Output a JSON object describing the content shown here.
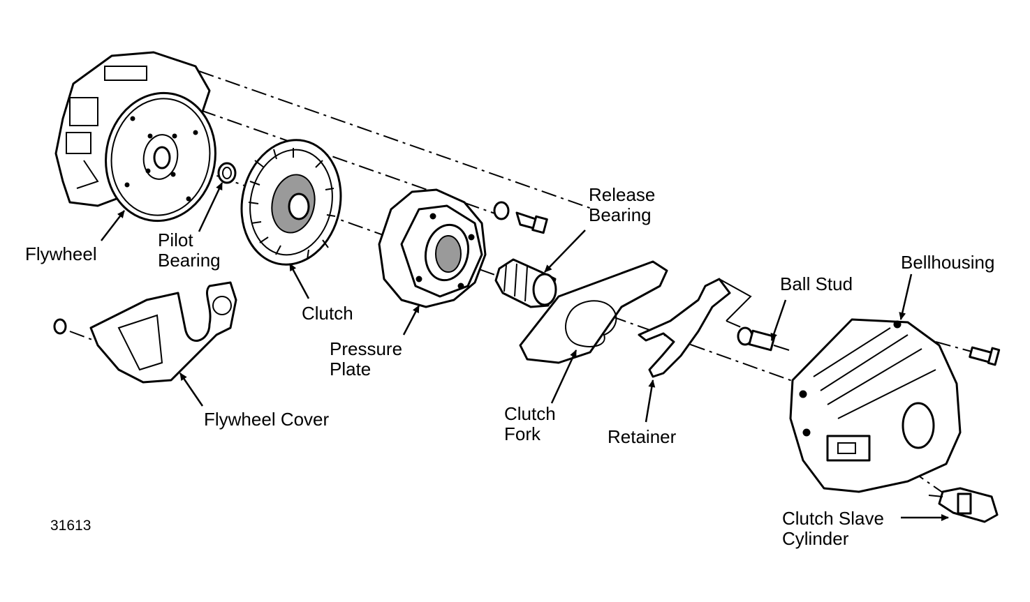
{
  "figure_number": "31613",
  "labels": {
    "flywheel": "Flywheel",
    "pilot_bearing_1": "Pilot",
    "pilot_bearing_2": "Bearing",
    "clutch": "Clutch",
    "pressure_plate_1": "Pressure",
    "pressure_plate_2": "Plate",
    "flywheel_cover": "Flywheel Cover",
    "release_bearing_1": "Release",
    "release_bearing_2": "Bearing",
    "clutch_fork_1": "Clutch",
    "clutch_fork_2": "Fork",
    "retainer": "Retainer",
    "ball_stud": "Ball Stud",
    "bellhousing": "Bellhousing",
    "slave_cylinder_1": "Clutch Slave",
    "slave_cylinder_2": "Cylinder"
  }
}
